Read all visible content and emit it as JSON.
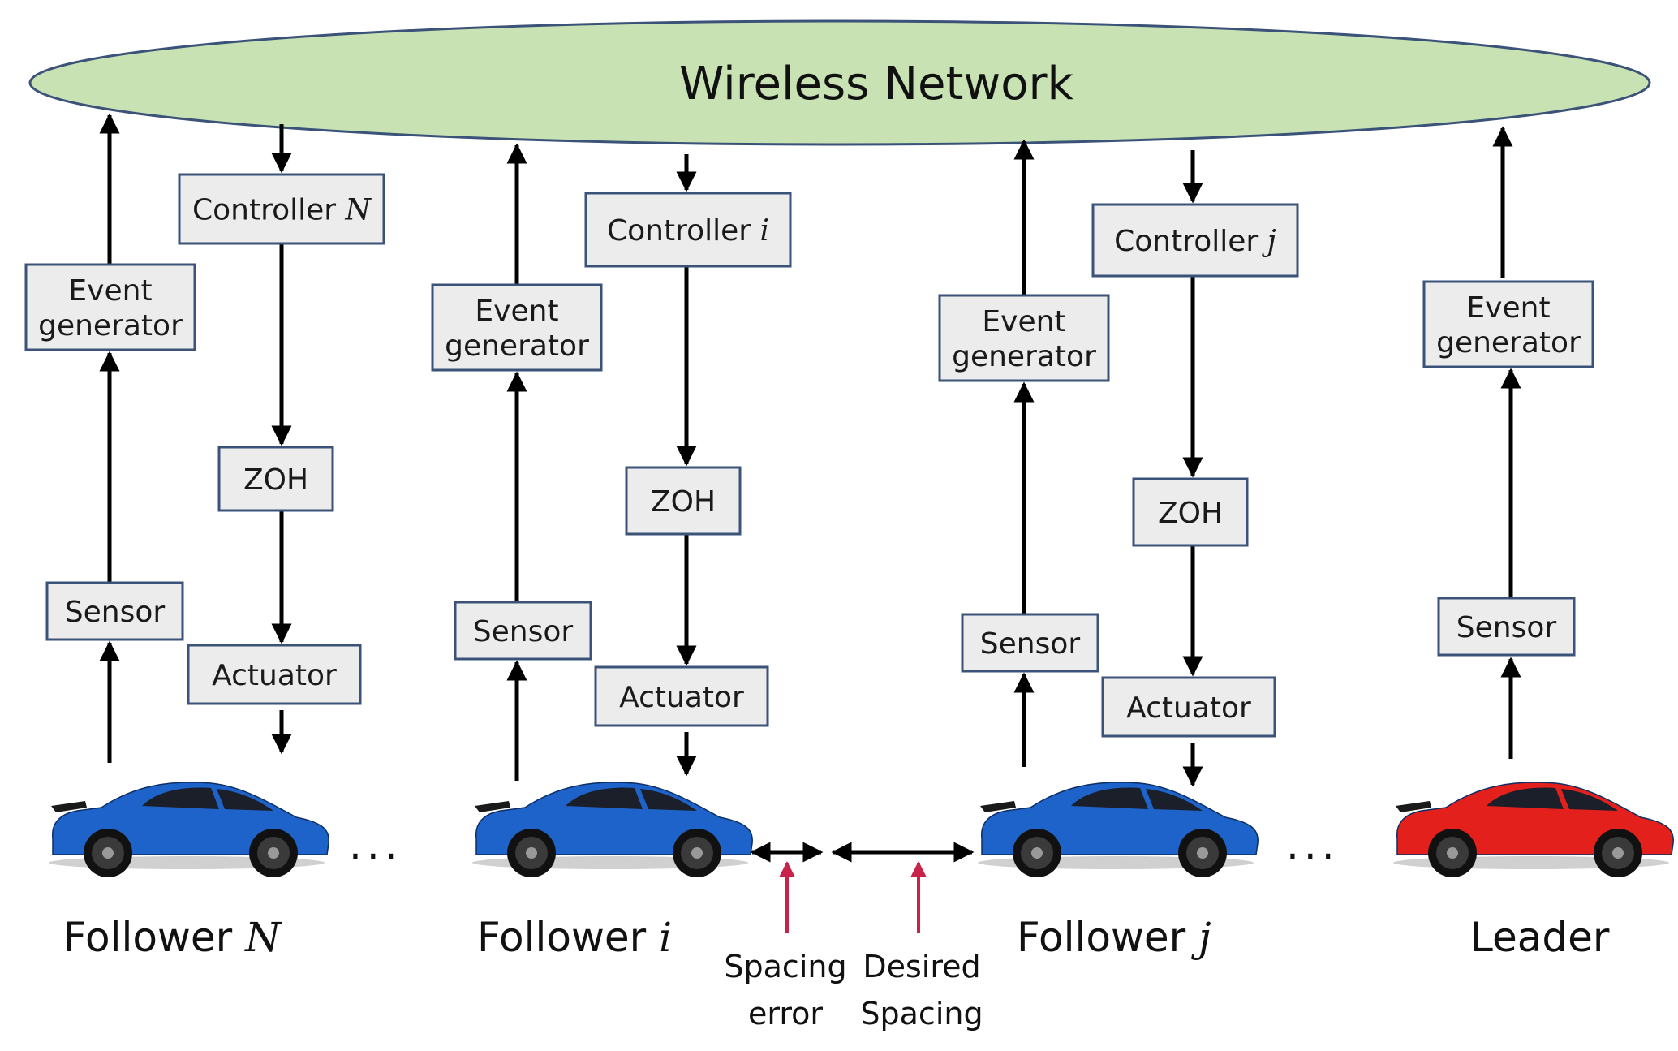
{
  "network": {
    "label": "Wireless Network",
    "fill": "#c9e2b3",
    "stroke": "#3b5279"
  },
  "columns": [
    {
      "controller": {
        "prefix": "Controller ",
        "symbol": "N"
      },
      "event_generator": [
        "Event",
        "generator"
      ],
      "zoh": "ZOH",
      "sensor": "Sensor",
      "actuator": "Actuator",
      "vehicle": {
        "prefix": "Follower ",
        "symbol": "N",
        "color": "#1e63c9"
      }
    },
    {
      "controller": {
        "prefix": "Controller ",
        "symbol": "i"
      },
      "event_generator": [
        "Event",
        "generator"
      ],
      "zoh": "ZOH",
      "sensor": "Sensor",
      "actuator": "Actuator",
      "vehicle": {
        "prefix": "Follower ",
        "symbol": "i",
        "color": "#1e63c9"
      }
    },
    {
      "controller": {
        "prefix": "Controller ",
        "symbol": "j"
      },
      "event_generator": [
        "Event",
        "generator"
      ],
      "zoh": "ZOH",
      "sensor": "Sensor",
      "actuator": "Actuator",
      "vehicle": {
        "prefix": "Follower ",
        "symbol": "j",
        "color": "#1e63c9"
      }
    }
  ],
  "leader": {
    "event_generator": [
      "Event",
      "generator"
    ],
    "sensor": "Sensor",
    "vehicle": {
      "prefix": "Leader",
      "symbol": "",
      "color": "#e3201b"
    }
  },
  "ellipsis": "...",
  "annotations": {
    "spacing_error": [
      "Spacing",
      "error"
    ],
    "desired_spacing": [
      "Desired",
      "Spacing"
    ],
    "arrow_color": "#c8234a"
  },
  "colors": {
    "box_fill": "#ececec",
    "box_stroke": "#3b5279",
    "line": "#000000"
  }
}
